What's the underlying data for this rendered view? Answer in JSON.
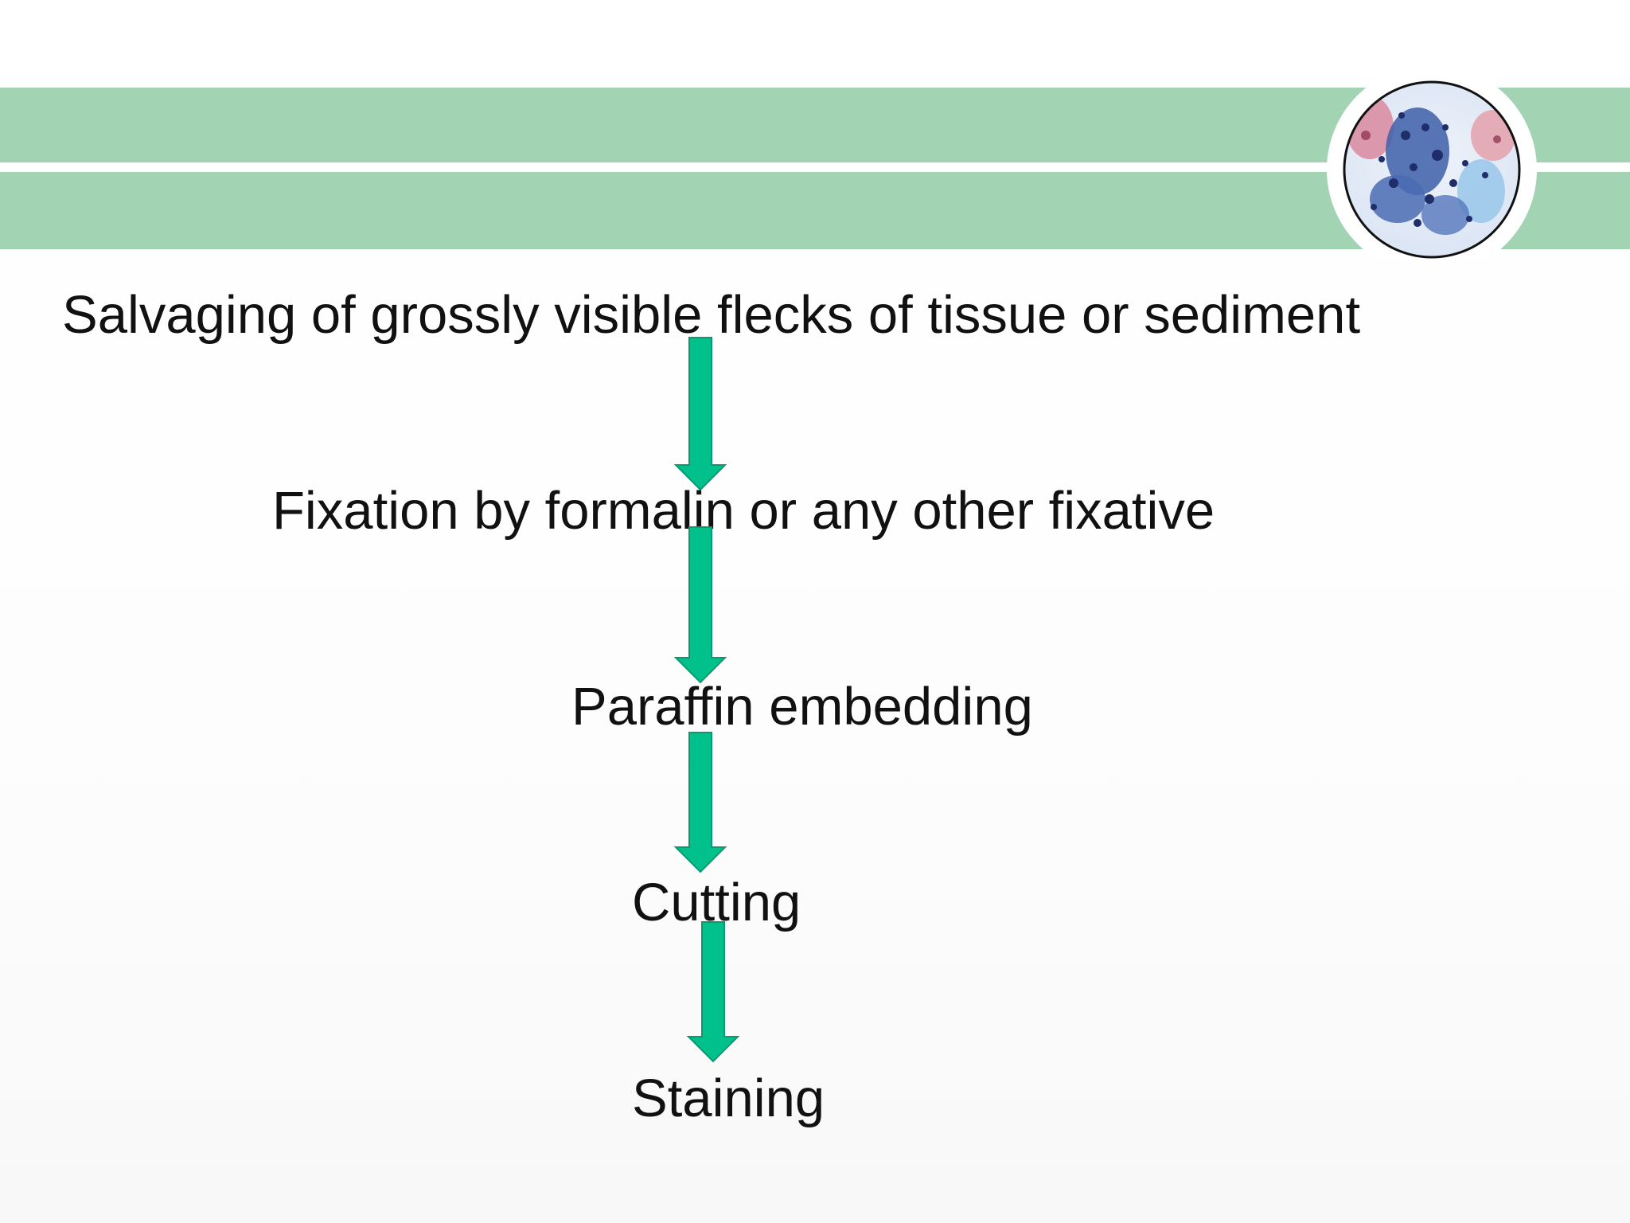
{
  "colors": {
    "band": "#a2d3b2",
    "arrow_fill": "#00c08b",
    "arrow_stroke": "#0a9a70",
    "text": "#111111"
  },
  "header": {
    "image": "stained-cell-micrograph"
  },
  "flow": {
    "steps": [
      {
        "label": "Salvaging of grossly visible flecks of tissue or sediment"
      },
      {
        "label": "Fixation by formalin or any other fixative"
      },
      {
        "label": "Paraffin embedding"
      },
      {
        "label": "Cutting"
      },
      {
        "label": "Staining"
      }
    ],
    "connector_icon": "down-arrow-icon"
  }
}
